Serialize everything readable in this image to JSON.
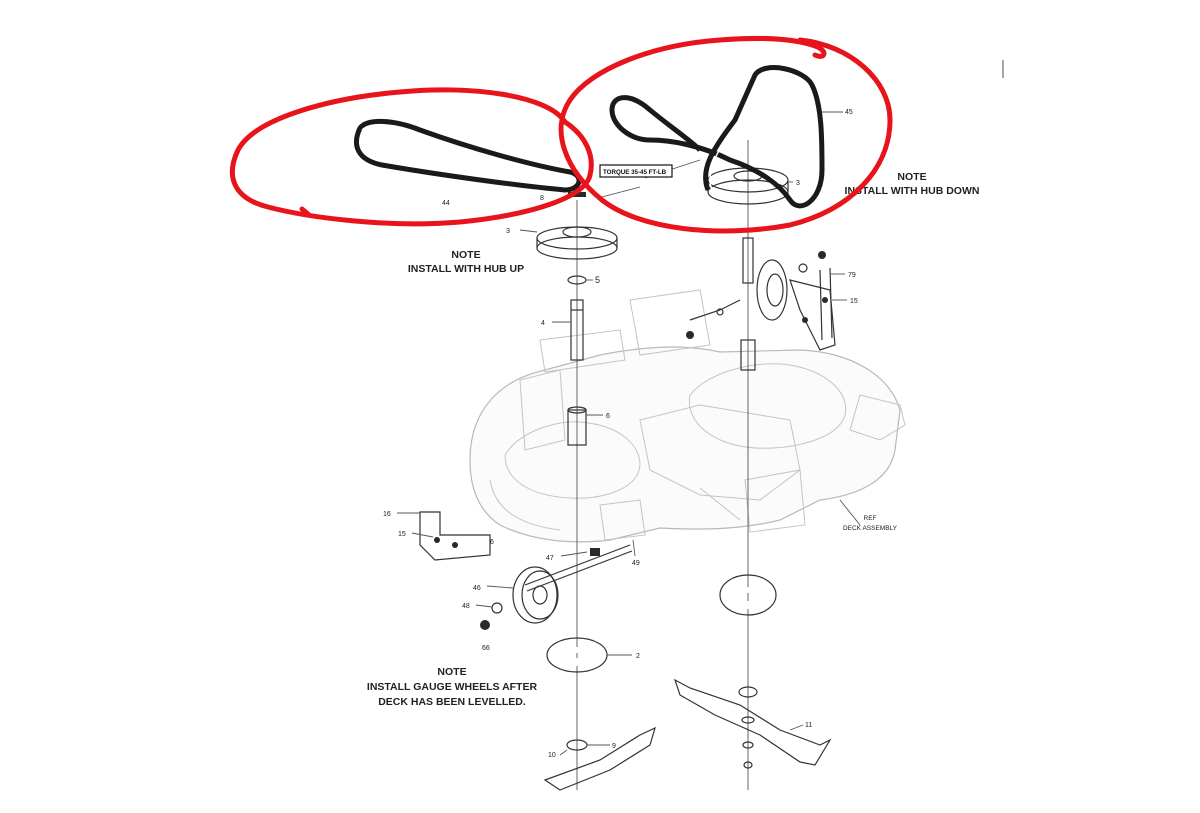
{
  "notes": {
    "hub_up": [
      "NOTE",
      "INSTALL WITH HUB UP"
    ],
    "hub_down": [
      "NOTE",
      "INSTALL WITH HUB DOWN"
    ],
    "gauge_wheels": [
      "NOTE",
      "INSTALL GAUGE WHEELS AFTER",
      "DECK HAS BEEN LEVELLED."
    ]
  },
  "torque_label": "TORQUE 35-45 FT-LB",
  "deck_ref": [
    "REF",
    "DECK ASSEMBLY"
  ],
  "part_numbers": {
    "belt_left": "44",
    "belt_right": "45",
    "bolt": "8",
    "pulley_left": "3",
    "pulley_right": "3",
    "washer": "5",
    "spindle": "4",
    "spindle_housing": "6",
    "bracket_top": "79",
    "bracket_bolt": "15",
    "left_bracket": "16",
    "left_bracket_bolt": "15",
    "left_bracket_nut": "6",
    "axle_bolt": "47",
    "axle_nut": "49",
    "gauge_wheel": "46",
    "wheel_washer": "48",
    "wheel_nut": "66",
    "blade_adapter": "2",
    "blade_left": "10",
    "blade_right": "11",
    "blade_bolt": "9"
  },
  "colors": {
    "annotation": "#e8141b",
    "lines": "#333333",
    "background": "#ffffff"
  }
}
